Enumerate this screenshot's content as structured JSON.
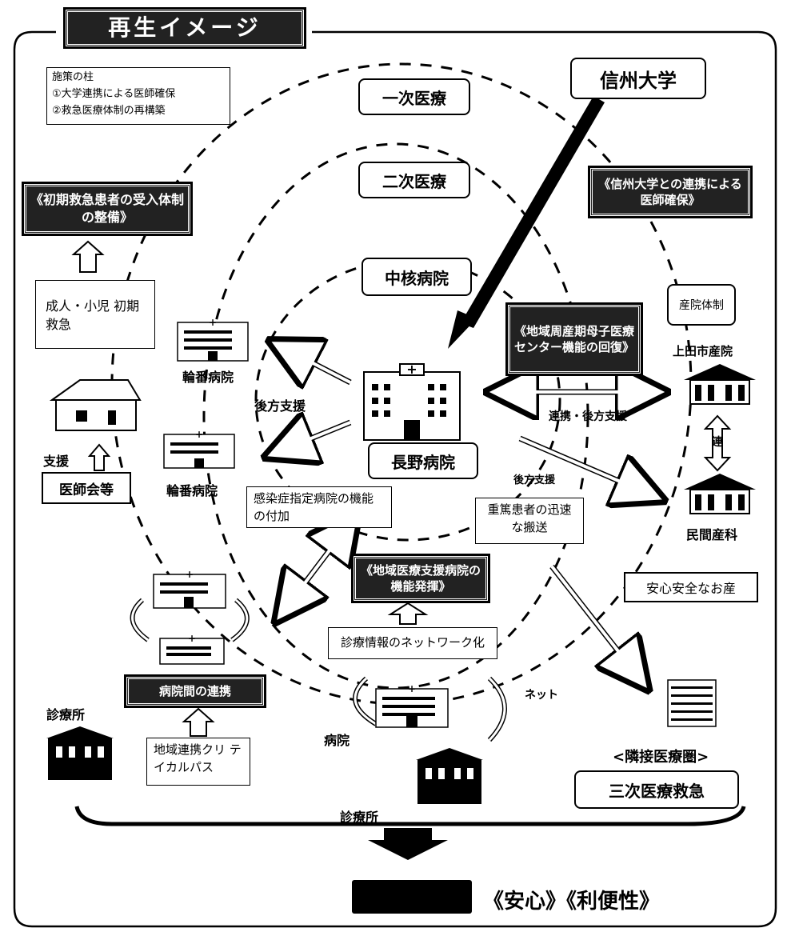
{
  "title": "再生イメージ",
  "policy": {
    "heading": "施策の柱",
    "item1": "①大学連携による医師確保",
    "item2": "②救急医療体制の再構築"
  },
  "rings": {
    "primary": "一次医療",
    "secondary": "二次医療",
    "core": "中核病院"
  },
  "shinshu": "信州大学",
  "dark_boxes": {
    "initial_emergency": "《初期救急患者の受入体制の整備》",
    "shinshu_link": "《信州大学との連携による医師確保》",
    "perinatal": "《地域周産期母子医療センター機能の回復》",
    "regional_support": "《地域医療支援病院の機能発揮》",
    "hospital_link": "病院間の連携"
  },
  "boxes": {
    "adult_child": "成人・小児 初期救急",
    "ishikai": "医師会等",
    "infection": "感染症指定病院の機能の付加",
    "severe": "重篤患者の迅速な搬送",
    "network": "診療情報のネットワーク化",
    "clinical_path": "地域連携クリ テイカルパス",
    "sanin": "産院体制",
    "anshin_osan": "安心安全なお産",
    "tertiary": "三次医療救急",
    "nagano": "長野病院"
  },
  "labels": {
    "rinban1": "輪番病院",
    "rinban2": "輪番病院",
    "koho1": "後方支援",
    "koho2": "後方支援",
    "renkei_koho": "連携・後方支援",
    "shien": "支援",
    "ueda": "上田市産院",
    "ren": "連",
    "minkan": "民間産科",
    "shinryojo1": "診療所",
    "shinryojo2": "診療所",
    "byoin": "病院",
    "net": "ネット",
    "rinsetsu": "<隣接医療圏>"
  },
  "footer": "《安心》《利便性》"
}
